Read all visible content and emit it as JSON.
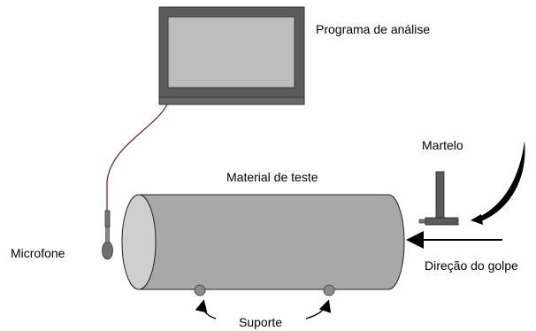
{
  "labels": {
    "program": "Programa de análise",
    "hammer": "Martelo",
    "material": "Material de teste",
    "microphone": "Microfone",
    "direction": "Direção do golpe",
    "support": "Suporte"
  },
  "colors": {
    "monitor_frame": "#5c5c5c",
    "monitor_screen": "#bdbdbd",
    "cylinder_body": "#a8a8a8",
    "cylinder_face": "#cfcfcf",
    "hammer": "#5a5a5a",
    "cable": "#6b2a2a",
    "arrows": "#000000"
  },
  "icons": {
    "monitor": "monitor-icon",
    "hammer": "hammer-icon",
    "microphone": "microphone-icon",
    "cylinder": "test-cylinder",
    "supports": "support-feet"
  }
}
